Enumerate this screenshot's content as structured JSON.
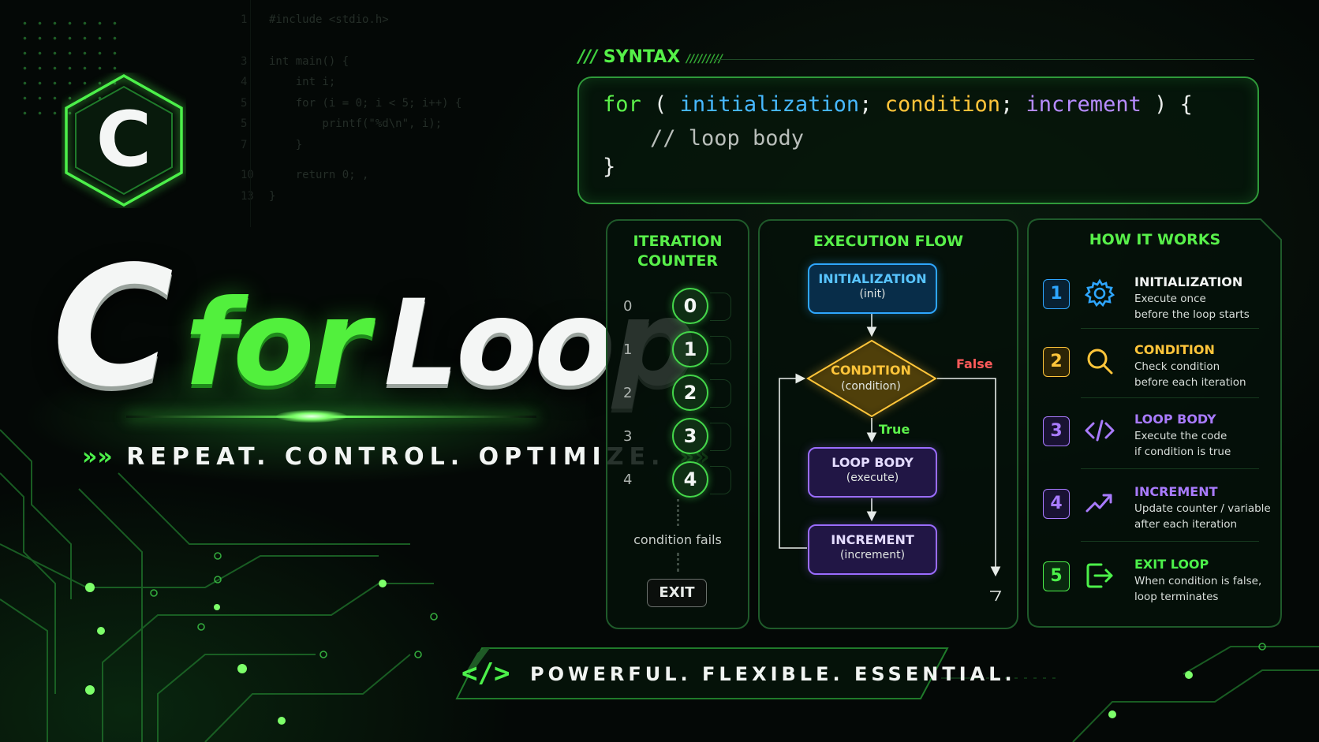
{
  "logo": {
    "letter": "C",
    "icon": "hexagon-c-logo-icon"
  },
  "title": {
    "c": "C",
    "for": "for",
    "loop": "Loop"
  },
  "tagline": {
    "chevron_left": "»»",
    "text": "REPEAT. CONTROL. OPTIMIZE.",
    "chevron_right": "»»"
  },
  "background_code": [
    {
      "line": "1",
      "text": "#include <stdio.h>"
    },
    {
      "line": "3",
      "text": "int main() {"
    },
    {
      "line": "4",
      "text": "    int i;"
    },
    {
      "line": "5",
      "text": "    for (i = 0; i < 5; i++) {"
    },
    {
      "line": "5",
      "text": "        printf(\"%d\\n\", i);"
    },
    {
      "line": "7",
      "text": "    }"
    },
    {
      "line": "10",
      "text": "    return 0; ,"
    },
    {
      "line": "13",
      "text": "}"
    }
  ],
  "syntax": {
    "label": "SYNTAX",
    "keyword": "for",
    "open_paren": "(",
    "initialization": "initialization",
    "semi1": ";",
    "condition": "condition",
    "semi2": ";",
    "increment": "increment",
    "close": ") {",
    "body_comment": "// loop body",
    "close_brace": "}"
  },
  "iteration_counter": {
    "title_line1": "ITERATION",
    "title_line2": "COUNTER",
    "rows": [
      {
        "index": "0",
        "value": "0"
      },
      {
        "index": "1",
        "value": "1"
      },
      {
        "index": "2",
        "value": "2"
      },
      {
        "index": "3",
        "value": "3"
      },
      {
        "index": "4",
        "value": "4"
      }
    ],
    "condition_fails": "condition fails",
    "exit_label": "EXIT"
  },
  "execution_flow": {
    "title": "EXECUTION FLOW",
    "init_title": "INITIALIZATION",
    "init_sub": "(init)",
    "cond_title": "CONDITION",
    "cond_sub": "(condition)",
    "false_label": "False",
    "true_label": "True",
    "body_title": "LOOP BODY",
    "body_sub": "(execute)",
    "inc_title": "INCREMENT",
    "inc_sub": "(increment)"
  },
  "how_it_works": {
    "title": "HOW IT WORKS",
    "steps": [
      {
        "num": "1",
        "icon": "gear-icon",
        "title": "INITIALIZATION",
        "line1": "Execute once",
        "line2": "before the loop starts",
        "color": "#2ea6ff"
      },
      {
        "num": "2",
        "icon": "search-icon",
        "title": "CONDITION",
        "line1": "Check condition",
        "line2": "before each iteration",
        "color": "#ffc53a"
      },
      {
        "num": "3",
        "icon": "code-icon",
        "title": "LOOP BODY",
        "line1": "Execute the code",
        "line2": "if condition is true",
        "color": "#a97bff"
      },
      {
        "num": "4",
        "icon": "trend-up-icon",
        "title": "INCREMENT",
        "line1": "Update counter / variable",
        "line2": "after each iteration",
        "color": "#a97bff"
      },
      {
        "num": "5",
        "icon": "exit-icon",
        "title": "EXIT LOOP",
        "line1": "When condition is false,",
        "line2": "loop terminates",
        "color": "#4cf04a"
      }
    ]
  },
  "banner": {
    "icon": "</>",
    "text": "POWERFUL. FLEXIBLE. ESSENTIAL."
  },
  "colors": {
    "accent": "#4cf04a",
    "blue": "#2ea6ff",
    "yellow": "#ffc53a",
    "purple": "#a97bff",
    "red": "#ff5a5a"
  }
}
